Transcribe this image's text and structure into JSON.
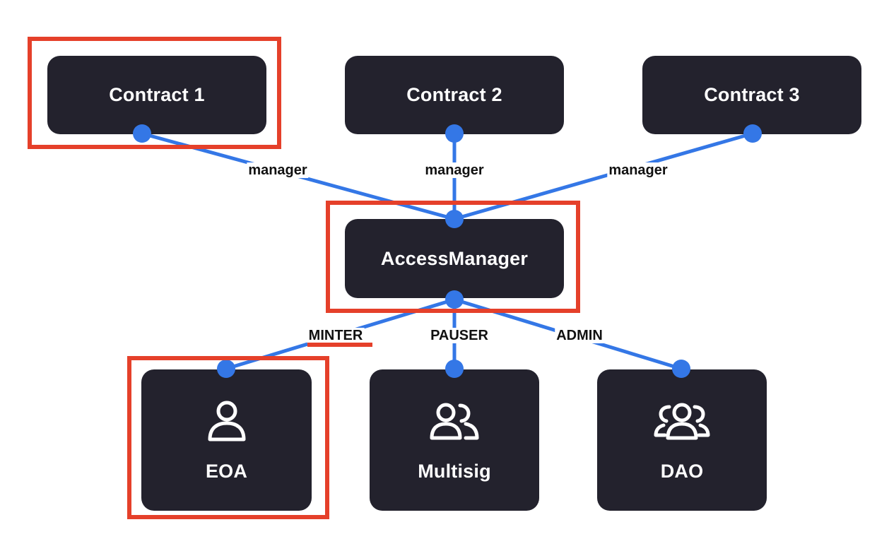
{
  "contracts": [
    {
      "label": "Contract 1"
    },
    {
      "label": "Contract 2"
    },
    {
      "label": "Contract 3"
    }
  ],
  "manager_node": {
    "label": "AccessManager"
  },
  "manager_edge_labels": [
    "manager",
    "manager",
    "manager"
  ],
  "roles": [
    {
      "label": "MINTER",
      "icon": "user-icon"
    },
    {
      "label": "PAUSER",
      "icon": "users-icon"
    },
    {
      "label": "ADMIN",
      "icon": "user-group-icon"
    }
  ],
  "accounts": [
    {
      "label": "EOA",
      "icon": "user-icon"
    },
    {
      "label": "Multisig",
      "icon": "users-icon"
    },
    {
      "label": "DAO",
      "icon": "user-group-icon"
    }
  ],
  "colors": {
    "node": "#23222d",
    "edge": "#3477e6",
    "highlight": "#e5402a",
    "text_on_node": "#ffffff"
  }
}
